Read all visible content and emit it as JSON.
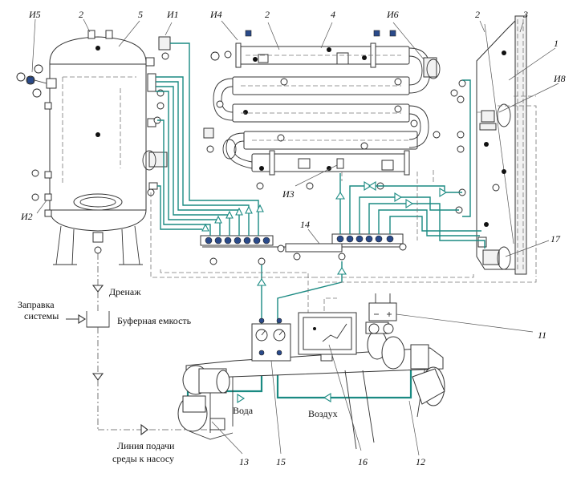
{
  "labels": {
    "I5": "И5",
    "I2": "И2",
    "I1": "И1",
    "I4": "И4",
    "I6": "И6",
    "I8": "И8",
    "I3": "И3",
    "n2a": "2",
    "n5": "5",
    "n2b": "2",
    "n4": "4",
    "n2c": "2",
    "n3": "3",
    "n1": "1",
    "n14": "14",
    "n17": "17",
    "n11": "11",
    "n12": "12",
    "n13": "13",
    "n15": "15",
    "n16": "16"
  },
  "text": {
    "drain": "Дренаж",
    "fill_line1": "Заправка",
    "fill_line2": "системы",
    "buffer": "Буферная емкость",
    "water": "Вода",
    "air": "Воздух",
    "supply_line1": "Линия подачи",
    "supply_line2": "среды к насосу"
  },
  "colors": {
    "pipe": "#1a8a82",
    "valve_blue": "#2a4a8a",
    "line": "#333333"
  }
}
